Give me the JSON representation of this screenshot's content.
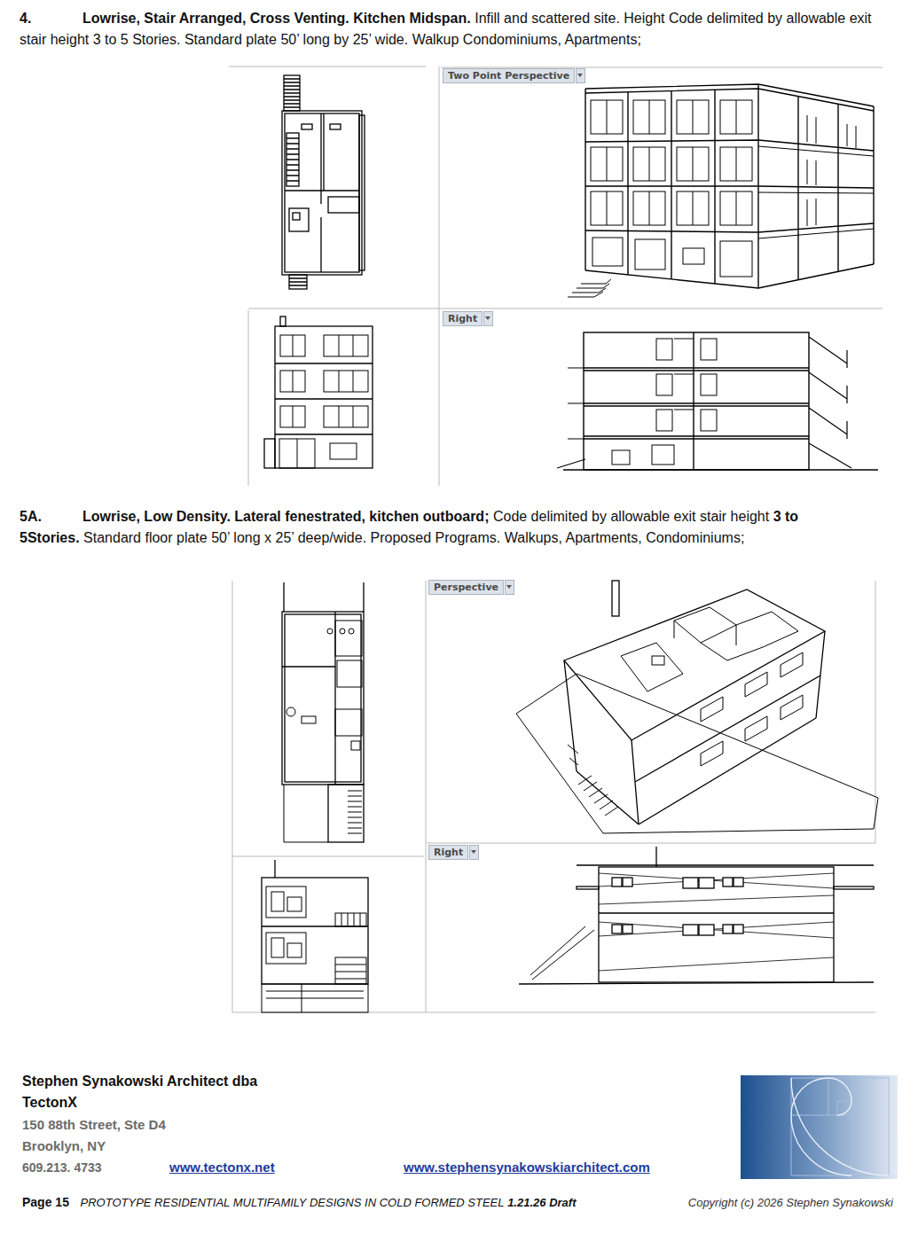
{
  "diagram": {
    "labels": [
      "4.",
      "Lowrise, Stair Arranged, Cross Venting. Kitchen Midspan.",
      "Infill and scattered site. Height Code delimited by allowable exit stair height 3 to 5 Stories. Standard plate 50’ long by 25’ wide. Walkup Condominiums, Apartments;",
      "Two Point Perspective",
      "Right",
      "5A.",
      "Lowrise, Low Density. Lateral fenestrated, kitchen outboard;",
      "Code delimited by allowable exit stair height",
      "3 to 5Stories.",
      "Standard floor plate 50’ long x 25’ deep/wide. Proposed Programs. Walkups, Apartments, Condominiums;",
      "Perspective",
      "Right",
      "Stephen Synakowski Architect dba",
      "TectonX",
      "150 88th Street, Ste D4",
      "Brooklyn, NY",
      "609.213. 4733",
      "www.tectonx.net",
      "www.stephensynakowskiarchitect.com",
      "Page 15",
      "PROTOTYPE RESIDENTIAL MULTIFAMILY DESIGNS IN COLD FORMED STEEL",
      "1.21.26 Draft",
      "Copyright (c) 2026 Stephen Synakowski"
    ]
  }
}
